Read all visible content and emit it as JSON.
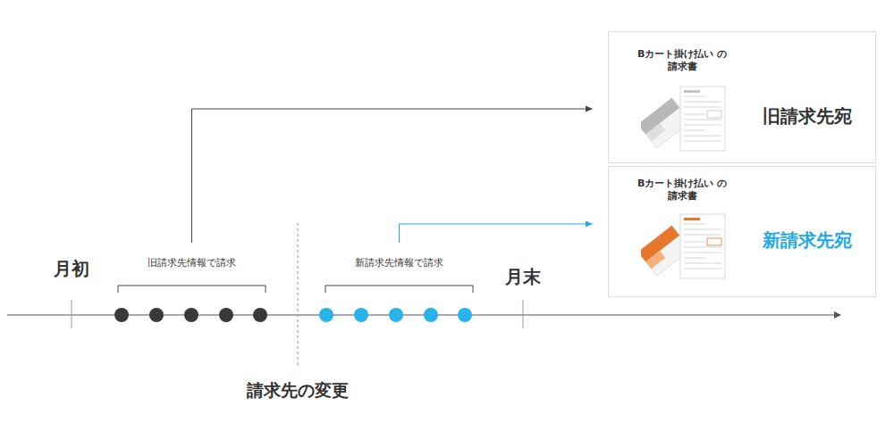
{
  "diagram": {
    "nodes": [
      {
        "text": [
          "Bカート掛け払い の請求書",
          "旧請求先宛"
        ]
      },
      {
        "text": [
          "Bカート掛け払い の請求書",
          "新請求先宛"
        ]
      },
      {
        "text": [
          "旧請求先情報で請求"
        ]
      },
      {
        "text": [
          "新請求先情報で請求"
        ]
      }
    ],
    "edges": [
      {
        "from": 2,
        "to": 0,
        "arrow": "to"
      },
      {
        "from": 3,
        "to": 1,
        "arrow": "to"
      }
    ],
    "labels": [
      "月初",
      "月末",
      "請求先の変更"
    ]
  }
}
